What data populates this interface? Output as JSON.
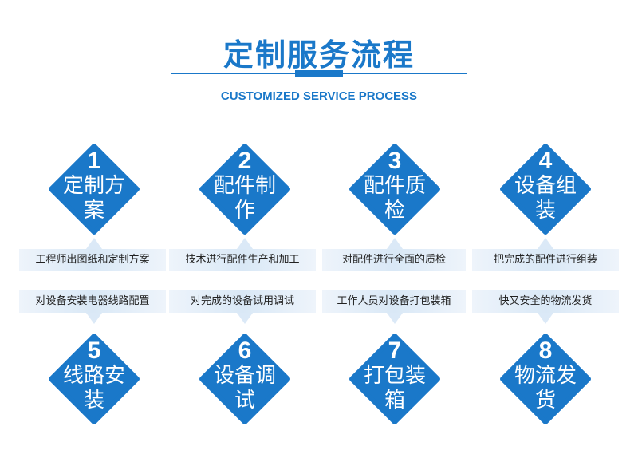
{
  "title": "定制服务流程",
  "subtitle": "CUSTOMIZED SERVICE PROCESS",
  "colors": {
    "accent": "#1a78c9",
    "band": "#dbe9f7"
  },
  "steps": [
    {
      "number": "1",
      "label": "定制方案",
      "description": "工程师出图纸和定制方案"
    },
    {
      "number": "2",
      "label": "配件制作",
      "description": "技术进行配件生产和加工"
    },
    {
      "number": "3",
      "label": "配件质检",
      "description": "对配件进行全面的质检"
    },
    {
      "number": "4",
      "label": "设备组装",
      "description": "把完成的配件进行组装"
    },
    {
      "number": "5",
      "label": "线路安装",
      "description": "对设备安装电器线路配置"
    },
    {
      "number": "6",
      "label": "设备调试",
      "description": "对完成的设备试用调试"
    },
    {
      "number": "7",
      "label": "打包装箱",
      "description": "工作人员对设备打包装箱"
    },
    {
      "number": "8",
      "label": "物流发货",
      "description": "快又安全的物流发货"
    }
  ]
}
